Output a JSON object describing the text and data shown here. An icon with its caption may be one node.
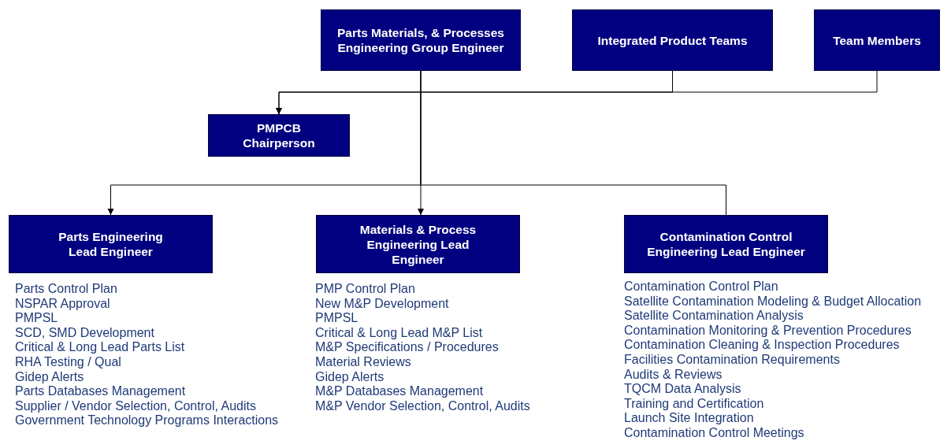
{
  "diagram": {
    "nodes": [
      {
        "text": [
          "Parts Materials, & Processes Engineering Group Engineer"
        ]
      },
      {
        "text": [
          "Integrated Product Teams"
        ]
      },
      {
        "text": [
          "Team Members"
        ]
      },
      {
        "text": [
          "PMPCB Chairperson"
        ]
      },
      {
        "text": [
          "Parts Engineering Lead Engineer"
        ],
        "beside": [
          "Parts Control Plan",
          "NSPAR Approval",
          "PMPSL",
          "SCD, SMD Development",
          "Critical & Long Lead Parts List",
          "RHA Testing / Qual",
          "Gidep Alerts",
          "Parts Databases Management",
          "Supplier / Vendor Selection, Control, Audits",
          "Government Technology Programs Interactions"
        ]
      },
      {
        "text": [
          "Materials & Process Engineering Lead Engineer"
        ],
        "beside": [
          "PMP Control Plan",
          "New M&P Development",
          "PMPSL",
          "Critical & Long Lead M&P List",
          "M&P Specifications / Procedures",
          "Material Reviews",
          "Gidep Alerts",
          "M&P Databases Management",
          "M&P Vendor Selection, Control, Audits"
        ]
      },
      {
        "text": [
          "Contamination Control Engineering Lead Engineer"
        ],
        "beside": [
          "Contamination Control Plan",
          "Satellite Contamination Modeling & Budget Allocation",
          "Satellite Contamination Analysis",
          "Contamination Monitoring & Prevention Procedures",
          "Contamination Cleaning & Inspection Procedures",
          "Facilities Contamination Requirements",
          "Audits & Reviews",
          "TQCM Data Analysis",
          "Training and Certification",
          "Launch Site Integration",
          "Contamination Control Meetings"
        ]
      }
    ],
    "edges": [
      {
        "from": 1,
        "to": 3,
        "arrow": "to"
      },
      {
        "from": 2,
        "to": 3,
        "arrow": "to"
      },
      {
        "from": 0,
        "to": 4,
        "arrow": "to"
      },
      {
        "from": 0,
        "to": 5,
        "arrow": "to"
      },
      {
        "from": 0,
        "to": 6,
        "arrow": "none"
      }
    ]
  }
}
